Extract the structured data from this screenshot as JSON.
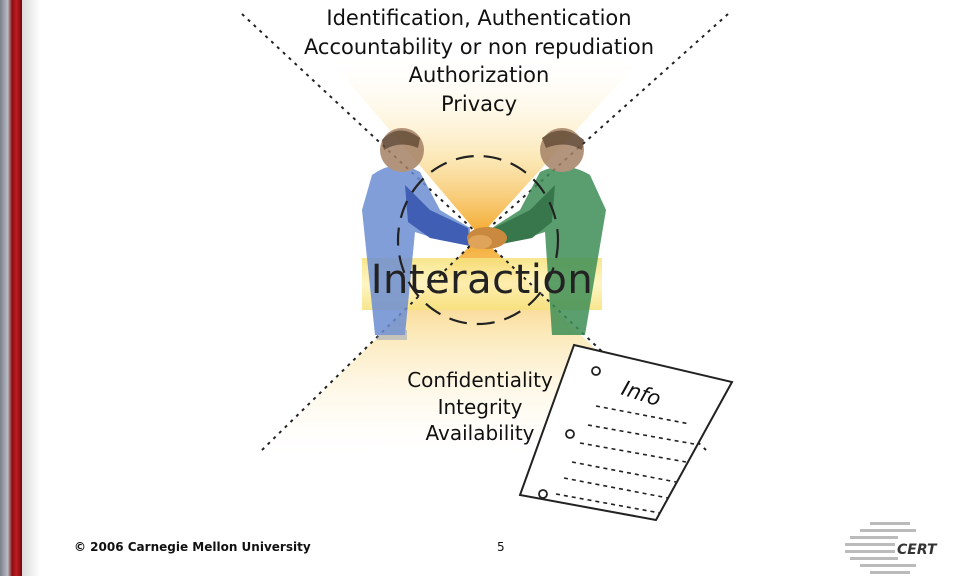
{
  "diagram": {
    "top_labels": [
      "Identification, Authentication",
      "Accountability or non repudiation",
      "Authorization",
      "Privacy"
    ],
    "center_label": "Interaction",
    "bottom_labels": [
      "Confidentiality",
      "Integrity",
      "Availability"
    ],
    "document_label": "Info"
  },
  "footer": {
    "copyright": "© 2006 Carnegie Mellon University",
    "page_number": "5",
    "logo_text": "CERT"
  },
  "colors": {
    "glow": "#f5b431",
    "left_person_suit": "#2b55b8",
    "right_person_suit": "#1f6e36",
    "accent_red": "#c11b22"
  },
  "icons": [
    "handshake-icon",
    "document-icon",
    "cert-logo-icon"
  ]
}
